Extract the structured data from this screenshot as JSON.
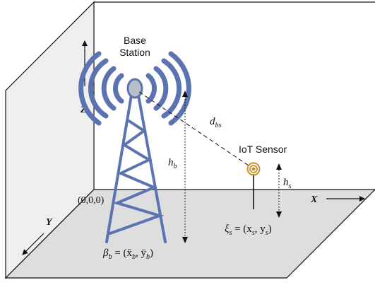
{
  "labels": {
    "base_station_line1": "Base",
    "base_station_line2": "Station",
    "iot_sensor": "IoT Sensor",
    "axis_x": "X",
    "axis_y": "Y",
    "axis_z": "Z",
    "origin": "(0,0,0)",
    "d_bs": "d",
    "d_bs_sub": "bs",
    "h_b": "h",
    "h_b_sub": "b",
    "h_s": "h",
    "h_s_sub": "s",
    "xi_symbol": "ξ",
    "xi_sub": "s",
    "xi_rest": " = (x",
    "xi_x_sub": "s",
    "xi_comma": ", y",
    "xi_y_sub": "s",
    "xi_close": ")",
    "beta_symbol": "β",
    "beta_sub": "b",
    "beta_rest": " = (x̄",
    "beta_x_sub": "b",
    "beta_comma": ", ȳ",
    "beta_y_sub": "b",
    "beta_close": ")"
  },
  "colors": {
    "tower": "#5b73b0",
    "wall": "#efefef",
    "floor": "#dedede",
    "sensor": "#c9922e",
    "line": "#111111"
  }
}
